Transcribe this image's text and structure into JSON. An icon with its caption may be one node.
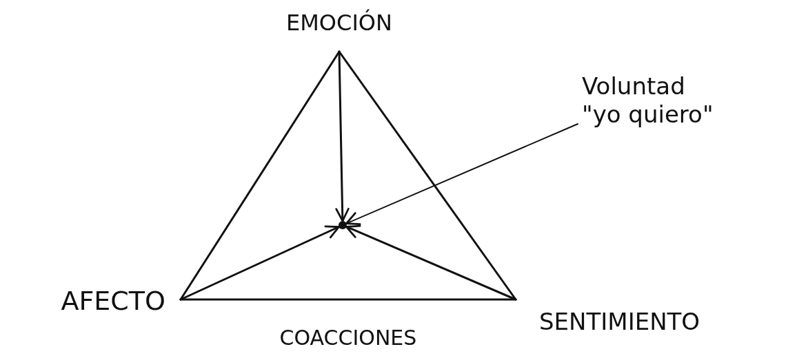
{
  "diagram": {
    "nodes": [
      {
        "text": [
          "EMOCIÓN"
        ]
      },
      {
        "text": [
          "AFECTO"
        ]
      },
      {
        "text": [
          "SENTIMIENTO"
        ]
      },
      {
        "text": [
          "Voluntad",
          "\"yo quiero\""
        ]
      },
      {
        "text": [],
        "shape": "circle"
      }
    ],
    "edges": [
      {
        "from": 0,
        "to": 1,
        "arrow": "none"
      },
      {
        "from": 0,
        "to": 2,
        "arrow": "none"
      },
      {
        "from": 1,
        "to": 2,
        "arrow": "none",
        "label": "COACCIONES"
      },
      {
        "from": 0,
        "to": 4,
        "arrow": "to"
      },
      {
        "from": 1,
        "to": 4,
        "arrow": "to"
      },
      {
        "from": 2,
        "to": 4,
        "arrow": "to"
      },
      {
        "from": 3,
        "to": 4,
        "arrow": "to"
      }
    ]
  }
}
